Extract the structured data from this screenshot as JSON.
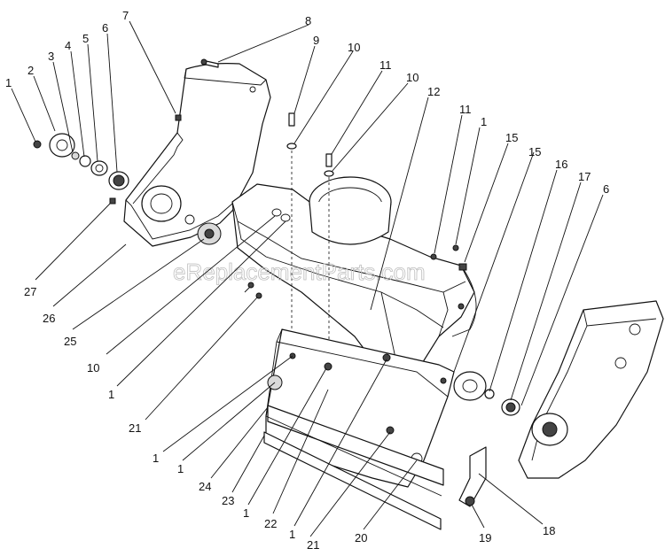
{
  "watermark": "eReplacementParts.com",
  "callouts": {
    "c1a": "1",
    "c2": "2",
    "c3": "3",
    "c4": "4",
    "c5": "5",
    "c6a": "6",
    "c7": "7",
    "c8": "8",
    "c9": "9",
    "c10a": "10",
    "c11a": "11",
    "c10b": "10",
    "c12": "12",
    "c11b": "11",
    "c1b": "1",
    "c15a": "15",
    "c15b": "15",
    "c16": "16",
    "c17": "17",
    "c6b": "6",
    "c27": "27",
    "c26": "26",
    "c25": "25",
    "c10c": "10",
    "c1c": "1",
    "c21a": "21",
    "c1d": "1",
    "c1e": "1",
    "c24": "24",
    "c23": "23",
    "c1f": "1",
    "c22": "22",
    "c1g": "1",
    "c21b": "21",
    "c20": "20",
    "c18": "18",
    "c19": "19"
  }
}
